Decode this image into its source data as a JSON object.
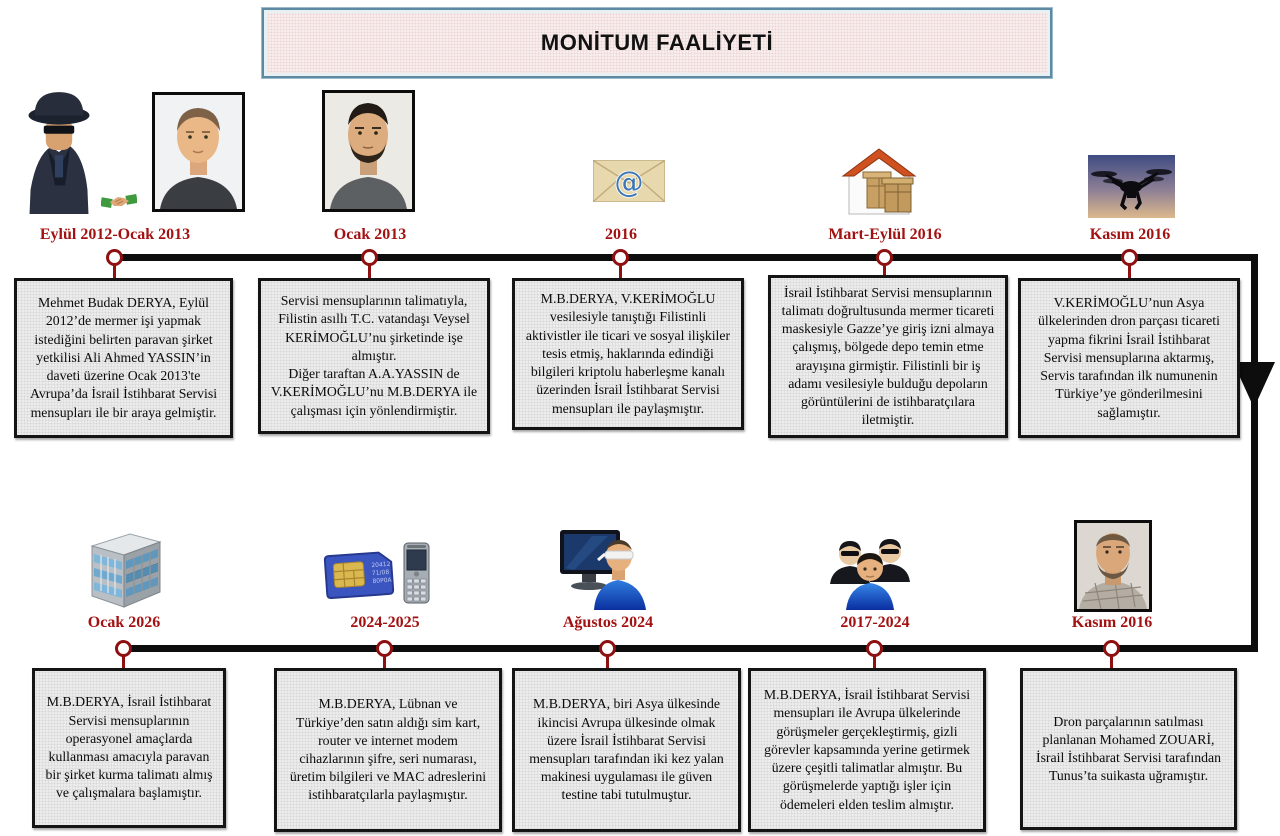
{
  "title": "MONİTUM FAALİYETİ",
  "colors": {
    "date_red": "#a31212",
    "node_red": "#8f1010",
    "timeline_black": "#0d0d0d",
    "box_bg": "#eeeeee",
    "title_bg": "#f9f0f0",
    "title_border": "#5d89a2"
  },
  "top_events": [
    {
      "date": "Eylül 2012-Ocak 2013",
      "icons": [
        "spy-icon",
        "handshake-icon",
        "portrait-photo"
      ],
      "text": "Mehmet Budak DERYA, Eylül 2012’de mermer işi yapmak istediğini belirten paravan şirket yetkilisi Ali Ahmed YASSIN’in daveti üzerine Ocak 2013'te Avrupa’da İsrail İstihbarat Servisi mensupları ile bir araya gelmiştir."
    },
    {
      "date": "Ocak 2013",
      "icons": [
        "portrait-photo"
      ],
      "text": "Servisi mensuplarının talimatıyla, Filistin asıllı T.C. vatandaşı Veysel KERİMOĞLU’nu şirketinde işe almıştır.\nDiğer taraftan A.A.YASSIN de V.KERİMOĞLU’nu M.B.DERYA ile çalışması için yönlendirmiştir."
    },
    {
      "date": "2016",
      "icons": [
        "email-icon"
      ],
      "text": "M.B.DERYA, V.KERİMOĞLU vesilesiyle tanıştığı Filistinli aktivistler ile ticari ve sosyal ilişkiler tesis etmiş, haklarında edindiği bilgileri kriptolu haberleşme kanalı üzerinden İsrail İstihbarat Servisi mensupları ile paylaşmıştır."
    },
    {
      "date": "Mart-Eylül 2016",
      "icons": [
        "warehouse-icon"
      ],
      "text": "İsrail İstihbarat Servisi mensuplarının talimatı doğrultusunda mermer ticareti maskesiyle Gazze’ye giriş izni almaya çalışmış, bölgede depo temin etme arayışına girmiştir. Filistinli bir iş adamı vesilesiyle bulduğu depoların görüntülerini de istihbaratçılara iletmiştir."
    },
    {
      "date": "Kasım 2016",
      "icons": [
        "drone-icon"
      ],
      "text": "V.KERİMOĞLU’nun Asya ülkelerinden dron parçası ticareti yapma fikrini İsrail İstihbarat Servisi mensuplarına aktarmış, Servis tarafından ilk numunenin Türkiye’ye gönderilmesini sağlamıştır."
    }
  ],
  "bottom_events": [
    {
      "date": "Ocak 2026",
      "icons": [
        "office-building-icon"
      ],
      "text": "M.B.DERYA, İsrail İstihbarat Servisi mensuplarının operasyonel amaçlarda kullanması amacıyla paravan bir şirket kurma talimatı almış ve çalışmalara başlamıştır."
    },
    {
      "date": "2024-2025",
      "icons": [
        "sim-card-icon",
        "mobile-phone-icon"
      ],
      "text": "M.B.DERYA, Lübnan ve Türkiye’den satın aldığı sim kart, router ve internet modem cihazlarının şifre, seri numarası, üretim bilgileri ve MAC adreslerini istihbaratçılarla paylaşmıştır."
    },
    {
      "date": "Ağustos 2024",
      "icons": [
        "blindfolded-user-computer-icon"
      ],
      "text": "M.B.DERYA, biri Asya ülkesinde ikincisi Avrupa ülkesinde olmak üzere İsrail İstihbarat Servisi mensupları tarafından iki kez yalan makinesi uygulaması ile güven testine tabi tutulmuştur."
    },
    {
      "date": "2017-2024",
      "icons": [
        "agents-group-icon"
      ],
      "text": "M.B.DERYA, İsrail İstihbarat Servisi mensupları ile Avrupa ülkelerinde görüşmeler gerçekleştirmiş, gizli görevler kapsamında yerine getirmek üzere çeşitli talimatlar almıştır. Bu görüşmelerde yaptığı işler için ödemeleri elden teslim almıştır."
    },
    {
      "date": "Kasım 2016",
      "icons": [
        "portrait-photo"
      ],
      "text": "Dron parçalarının satılması planlanan Mohamed ZOUARİ, İsrail İstihbarat Servisi tarafından Tunus’ta suikasta uğramıştır."
    }
  ]
}
